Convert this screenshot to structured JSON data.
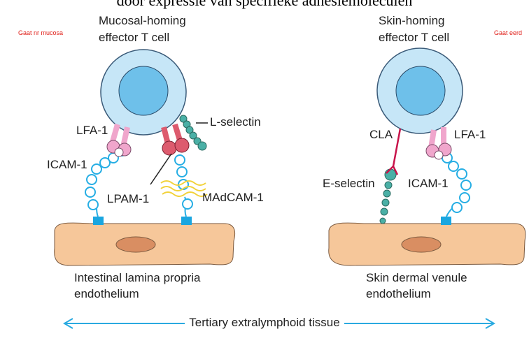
{
  "heading": "door expressie van specifieke adhesiemoleculen",
  "notes": {
    "left": "Gaat nr mucosa",
    "right": "Gaat eerd"
  },
  "left_panel": {
    "cell_title_line1": "Mucosal-homing",
    "cell_title_line2": "effector T cell",
    "labels": {
      "lfa1": "LFA-1",
      "lselectin": "L-selectin",
      "icam1": "ICAM-1",
      "lpam1": "LPAM-1",
      "madcam1": "MAdCAM-1"
    },
    "tissue_line1": "Intestinal lamina propria",
    "tissue_line2": "endothelium"
  },
  "right_panel": {
    "cell_title_line1": "Skin-homing",
    "cell_title_line2": "effector T cell",
    "labels": {
      "cla": "CLA",
      "lfa1": "LFA-1",
      "eselectin": "E-selectin",
      "icam1": "ICAM-1"
    },
    "tissue_line1": "Skin dermal venule",
    "tissue_line2": "endothelium"
  },
  "footer": "Tertiary extralymphoid tissue",
  "colors": {
    "cell_outer": "#c6e6f7",
    "cell_inner": "#6ec0ea",
    "endothelium": "#f6c79a",
    "nucleus": "#d98e62",
    "lfa1": "#f0a6cc",
    "lpam1": "#dd5b6e",
    "teal": "#4ab0a6",
    "icam": "#26aee4",
    "cla": "#c8144b",
    "madcam_wave": "#f2d23a",
    "arrow": "#2aaae0"
  }
}
